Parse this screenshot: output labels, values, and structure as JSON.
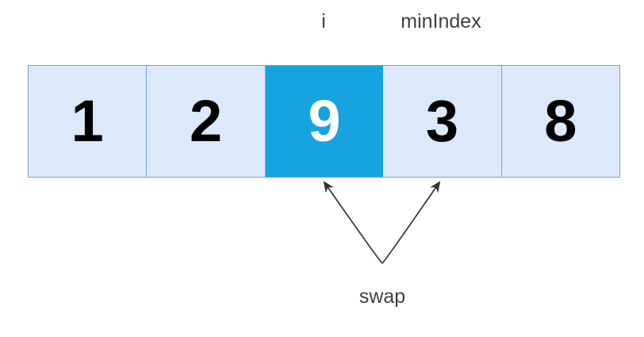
{
  "diagram": {
    "title": "selection-sort-swap-step",
    "colors": {
      "cell_fill": "#dce9fa",
      "cell_border": "#7b9fd4",
      "highlight_fill": "#17a2e0",
      "highlight_text": "#ffffff",
      "value_text": "#000000",
      "label_text": "#404040",
      "arrow_stroke": "#333333",
      "background": "#ffffff"
    }
  },
  "pointers": [
    {
      "name": "i",
      "label": "i",
      "cell_index": 2
    },
    {
      "name": "minIndex",
      "label": "minIndex",
      "cell_index": 3
    }
  ],
  "array": {
    "cells": [
      {
        "value": "1",
        "highlighted": false
      },
      {
        "value": "2",
        "highlighted": false
      },
      {
        "value": "9",
        "highlighted": true
      },
      {
        "value": "3",
        "highlighted": false
      },
      {
        "value": "8",
        "highlighted": false
      }
    ]
  },
  "annotation": {
    "swap_label": "swap",
    "arrow_from_cell_index": 2,
    "arrow_to_cell_index": 3,
    "arrowhead_icon": "arrow-head-icon"
  }
}
